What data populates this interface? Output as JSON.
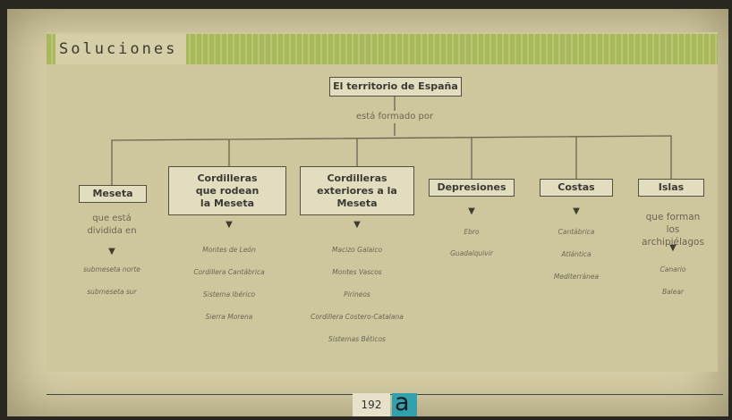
{
  "header": {
    "title": "Soluciones"
  },
  "root": {
    "label": "El territorio de España",
    "caption": "está formado por"
  },
  "branches": [
    {
      "id": "meseta",
      "label": "Meseta",
      "caption": "que está\ndividida en",
      "items": [
        "submeseta norte",
        "submeseta sur"
      ]
    },
    {
      "id": "cordilleras-interiores",
      "label": "Cordilleras\nque rodean\nla Meseta",
      "caption": "",
      "items": [
        "Montes de León",
        "Cordillera Cantábrica",
        "Sistema Ibérico",
        "Sierra Morena"
      ]
    },
    {
      "id": "cordilleras-exteriores",
      "label": "Cordilleras\nexteriores a la\nMeseta",
      "caption": "",
      "items": [
        "Macizo Galaico",
        "Montes Vascos",
        "Pirineos",
        "Cordillera Costero-Catalana",
        "Sistemas Béticos"
      ]
    },
    {
      "id": "depresiones",
      "label": "Depresiones",
      "caption": "",
      "items": [
        "Ebro",
        "Guadalquivir"
      ]
    },
    {
      "id": "costas",
      "label": "Costas",
      "caption": "",
      "items": [
        "Cantábrica",
        "Atlántica",
        "Mediterránea"
      ]
    },
    {
      "id": "islas",
      "label": "Islas",
      "caption": "que forman\nlos archipiélagos",
      "items": [
        "Canario",
        "Balear"
      ]
    }
  ],
  "footer": {
    "page_number": "192",
    "logo_letter": "a"
  },
  "colors": {
    "band": "#b1c065",
    "logo": "#31a2ad",
    "background": "#cec69c"
  }
}
